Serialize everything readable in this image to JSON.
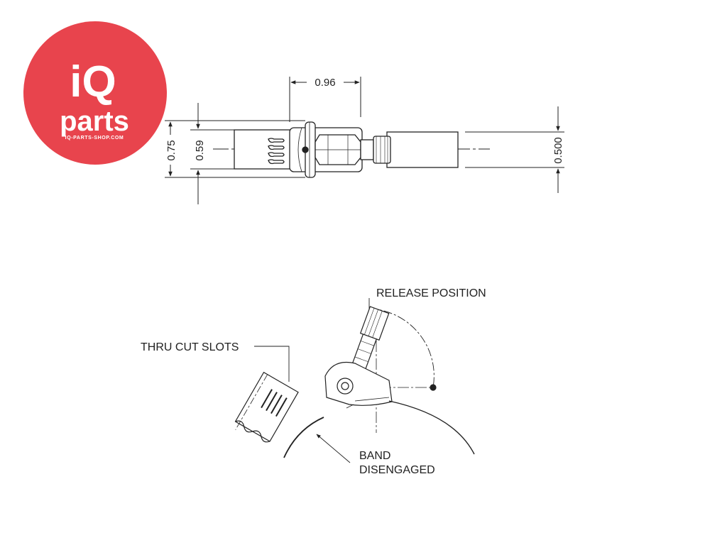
{
  "logo": {
    "brand_letters": "iQ",
    "brand_word": "parts",
    "url": "IQ-PARTS-SHOP.COM",
    "color": "#e8444d"
  },
  "top_view": {
    "dim_width": "0.96",
    "dim_outer_height": "0.75",
    "dim_inner_height": "0.59",
    "dim_band": "0.500"
  },
  "bottom_view": {
    "release_label": "RELEASE POSITION",
    "slots_label": "THRU CUT SLOTS",
    "band_label_1": "BAND",
    "band_label_2": "DISENGAGED"
  }
}
